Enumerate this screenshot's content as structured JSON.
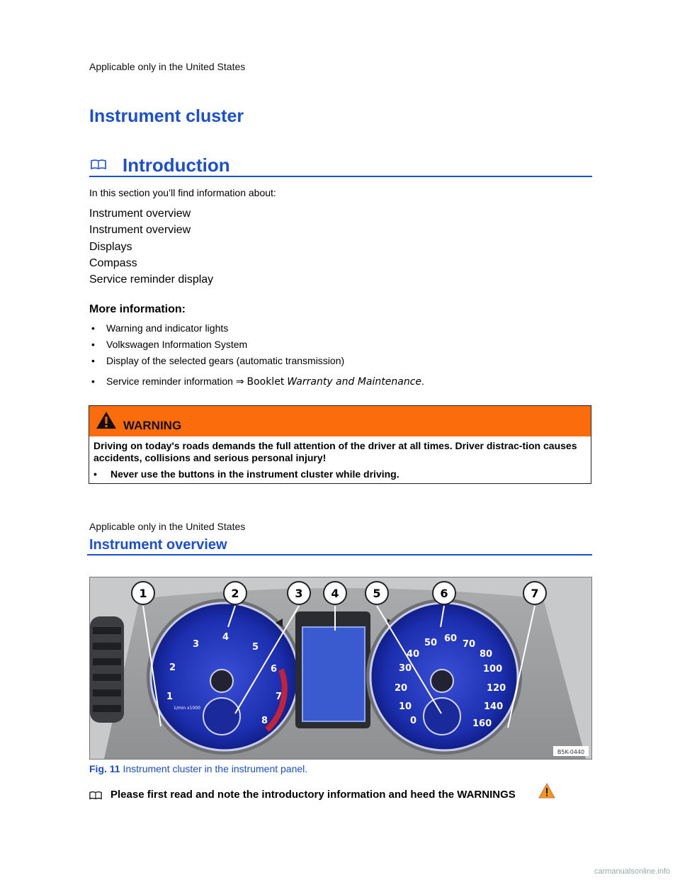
{
  "page": {
    "applicable_top": "Applicable only in the United States",
    "title": "Instrument cluster",
    "intro_title": "Introduction",
    "intro_lead": "In this section you’ll find information about:",
    "toc": [
      "Instrument overview",
      "Instrument overview",
      "Displays",
      "Compass",
      "Service reminder display"
    ],
    "more_label": "More information:",
    "more_items": [
      "Warning and indicator lights",
      "Volkswagen Information System",
      "Display of the selected gears (automatic transmission)"
    ],
    "service_item": {
      "prefix": "Service reminder information ⇒ ",
      "booklet": "Booklet",
      "title": "Warranty and Maintenance",
      "suffix": "."
    },
    "warning": {
      "label": "WARNING",
      "body": "Driving on today's roads demands the full attention of the driver at all times. Driver distrac-tion causes accidents, collisions and serious personal injury!",
      "bullet": "Never use the buttons in the instrument cluster while driving.",
      "header_color": "#fb6c0c"
    },
    "applicable_second": "Applicable only in the United States",
    "section2_title": "Instrument overview",
    "figure": {
      "callouts": [
        "1",
        "2",
        "3",
        "4",
        "5",
        "6",
        "7"
      ],
      "tach_numbers": [
        "1",
        "2",
        "3",
        "4",
        "5",
        "6",
        "7",
        "8"
      ],
      "speed_numbers": [
        "0",
        "10",
        "20",
        "30",
        "40",
        "50",
        "60",
        "70",
        "80",
        "100",
        "120",
        "140",
        "160"
      ],
      "tach_unit": "1/min x1000",
      "code": "B5K-0440"
    },
    "fig_caption": {
      "label": "Fig. 11",
      "text": " Instrument cluster in the instrument panel."
    },
    "note": "Please first read and note the introductory information and heed the WARNINGS",
    "watermark": "carmanualsonline.info",
    "accent_color": "#1a4fd1"
  }
}
